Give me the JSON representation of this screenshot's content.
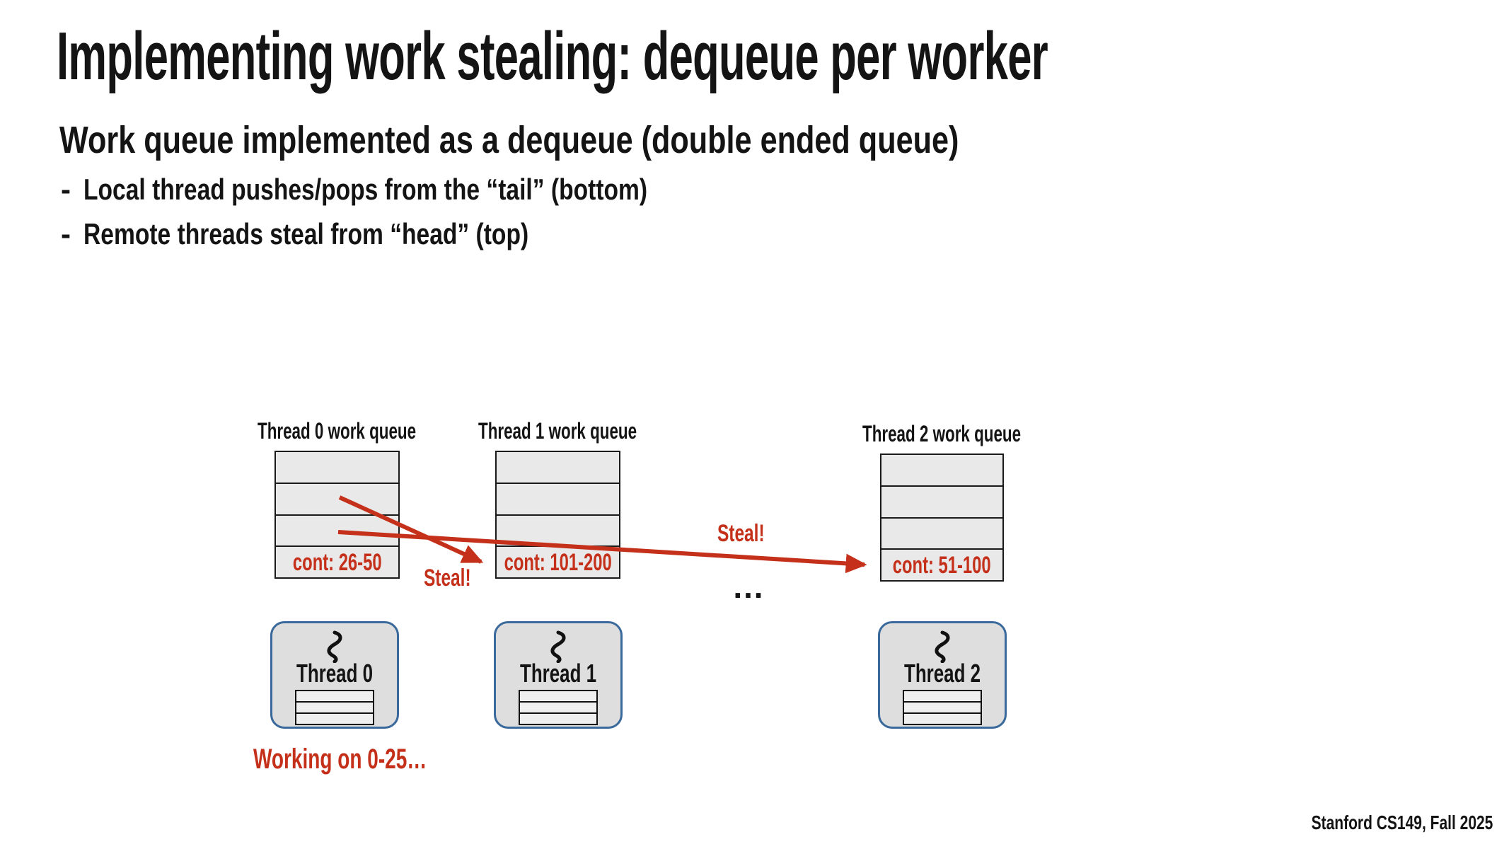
{
  "slide": {
    "title": "Implementing work stealing: dequeue per worker",
    "subtitle": "Work queue implemented as a dequeue (double ended queue)",
    "bullets": [
      {
        "marker": "-",
        "text": "Local thread pushes/pops from the “tail” (bottom)"
      },
      {
        "marker": "-",
        "text": "Remote threads steal from “head” (top)"
      }
    ],
    "footer": "Stanford CS149, Fall 2025"
  },
  "diagram": {
    "queues": [
      {
        "label": "Thread 0 work queue",
        "empty_rows": 3,
        "tail_value": "cont: 26-50"
      },
      {
        "label": "Thread 1 work queue",
        "empty_rows": 3,
        "tail_value": "cont: 101-200"
      },
      {
        "label": "Thread 2 work queue",
        "empty_rows": 3,
        "tail_value": "cont: 51-100"
      }
    ],
    "threads": [
      {
        "label": "Thread 0",
        "status": "Working on 0-25…"
      },
      {
        "label": "Thread 1"
      },
      {
        "label": "Thread 2"
      }
    ],
    "steal_labels": [
      "Steal!",
      "Steal!"
    ],
    "ellipsis": "…",
    "colors": {
      "accent_red": "#c4301a",
      "queue_fill": "#e9e9e9",
      "queue_border": "#1a1a1a",
      "thread_box_fill": "#dedede",
      "thread_box_border": "#3a699c"
    }
  }
}
